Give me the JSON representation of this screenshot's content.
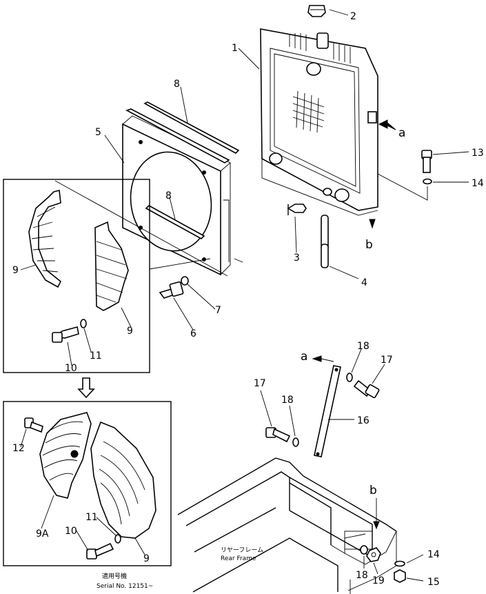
{
  "callouts": {
    "c1": "1",
    "c2": "2",
    "c3": "3",
    "c4": "4",
    "c5": "5",
    "c6": "6",
    "c7": "7",
    "c8a": "8",
    "c8b": "8",
    "c9a": "9",
    "c9b": "9",
    "c9c": "9",
    "c9A": "9A",
    "c10a": "10",
    "c10b": "10",
    "c11a": "11",
    "c11b": "11",
    "c12": "12",
    "c13": "13",
    "c14a": "14",
    "c14b": "14",
    "c15": "15",
    "c16": "16",
    "c17a": "17",
    "c17b": "17",
    "c18a": "18",
    "c18b": "18",
    "c18c": "18",
    "c19": "19"
  },
  "points": {
    "a1": "a",
    "a2": "a",
    "b1": "b",
    "b2": "b"
  },
  "rear_frame": {
    "jp": "リヤーフレーム",
    "en": "Rear Frame"
  },
  "serial": {
    "jp": "適用号機",
    "en": "Serial No. 12151~"
  }
}
